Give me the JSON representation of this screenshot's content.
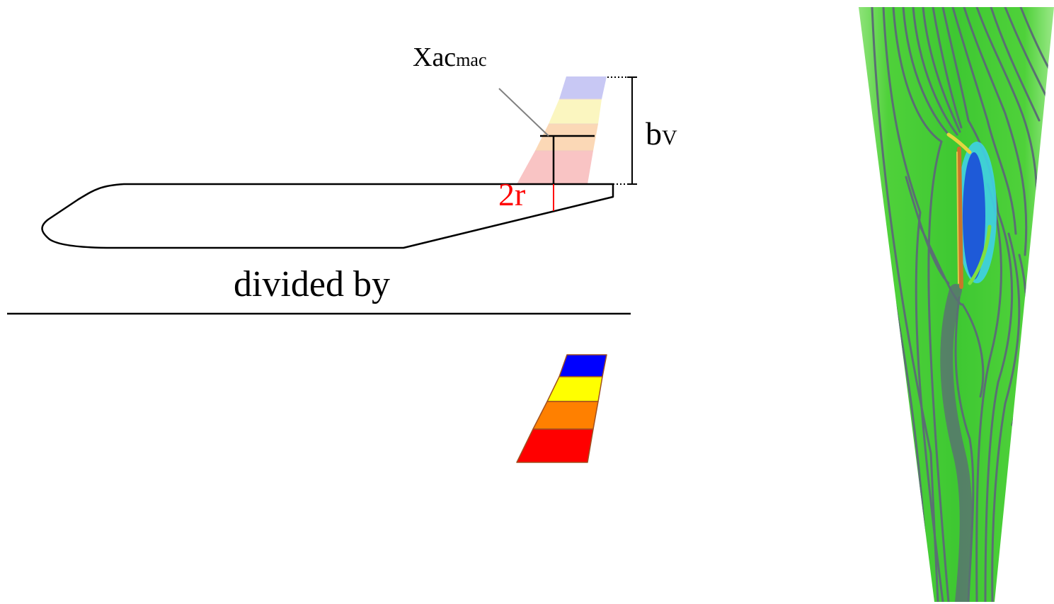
{
  "labels": {
    "xac": "Xac",
    "xac_sub": "mac",
    "span": "b",
    "span_sub": "V",
    "radius": "2r",
    "divided_by": "divided by"
  },
  "colors": {
    "background": "#ffffff",
    "outline": "#000000",
    "radius_line": "#ff0000",
    "leader_line": "#808080",
    "tail_segments_faded": [
      "#c8c8f4",
      "#fbf6c0",
      "#fbd8b6",
      "#f9c4c4"
    ],
    "tail_segments": [
      "#0000ff",
      "#ffff00",
      "#ff8000",
      "#ff0000"
    ],
    "cfd_green": "#4fd13a",
    "cfd_streak": "#5a6f73",
    "cfd_blue": "#1e5ad8",
    "cfd_cyan": "#3fd0e6"
  },
  "icons": {
    "fuselage": "fuselage-outline",
    "tail": "vertical-tail-icon",
    "cfd": "cfd-flow-visualization"
  }
}
